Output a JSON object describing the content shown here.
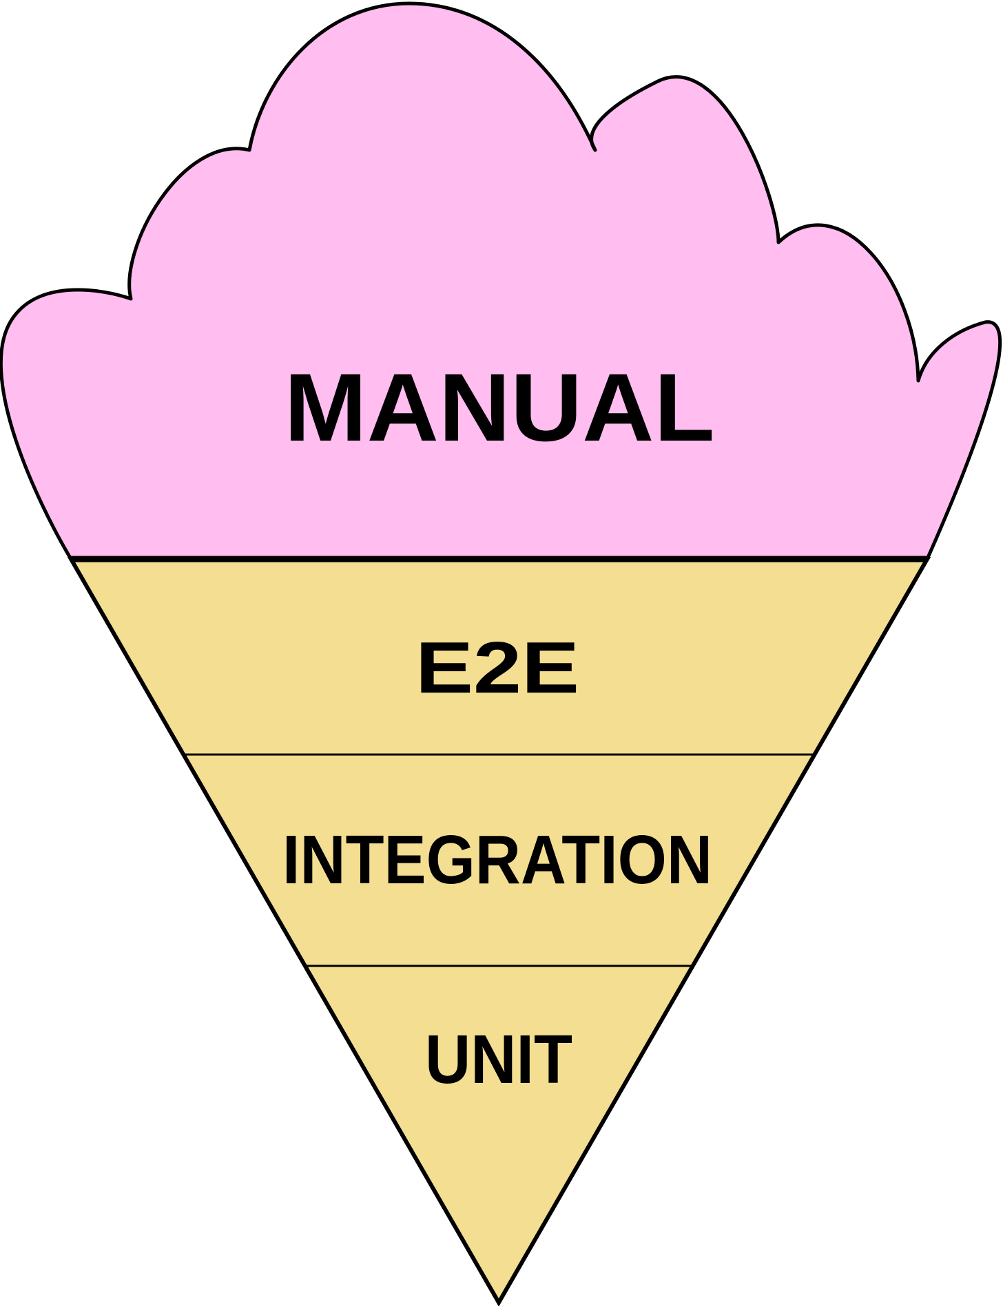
{
  "diagram": {
    "colors": {
      "cloud_fill": "#FFBDF0",
      "cone_fill": "#F3DE91",
      "outline": "#000000",
      "background": "#FFFFFF"
    },
    "layers": [
      {
        "label": "MANUAL",
        "shape": "cloud"
      },
      {
        "label": "E2E",
        "shape": "cone-band"
      },
      {
        "label": "INTEGRATION",
        "shape": "cone-band"
      },
      {
        "label": "UNIT",
        "shape": "cone-tip"
      }
    ]
  }
}
